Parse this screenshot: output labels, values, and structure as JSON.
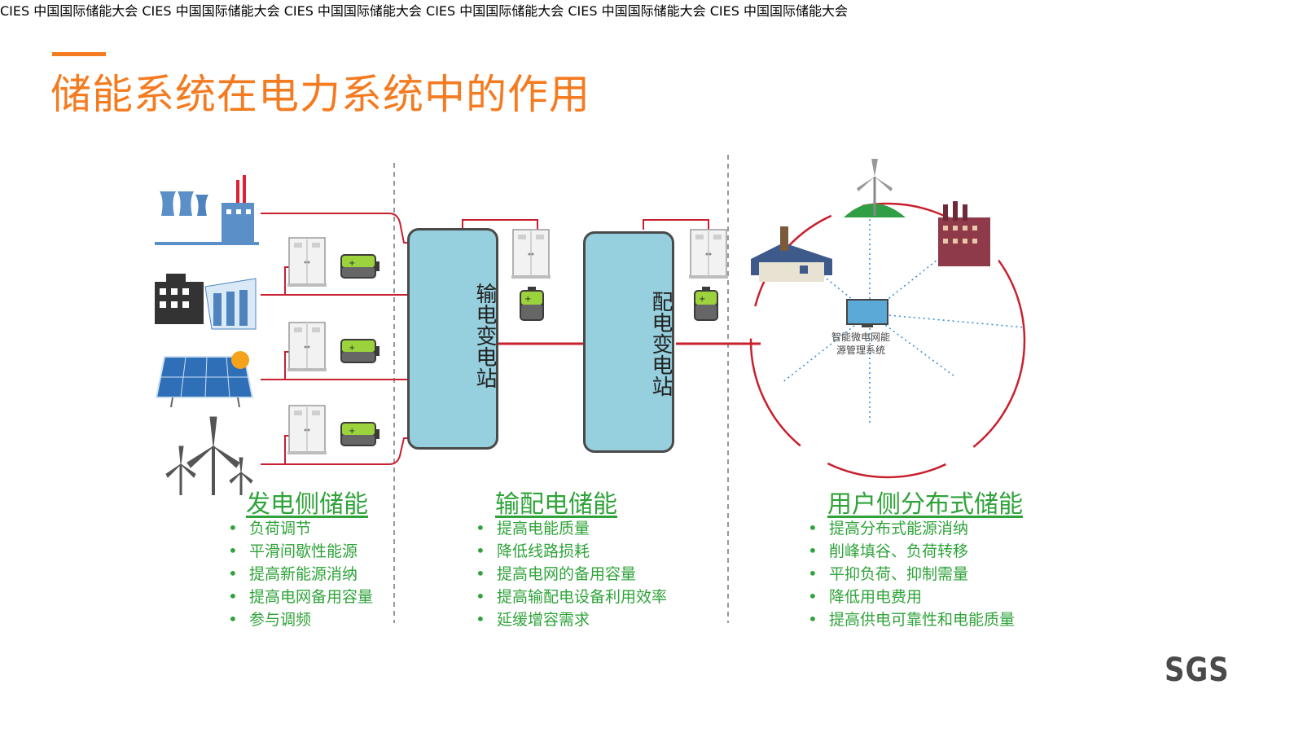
{
  "title": "储能系统在电力系统中的作用",
  "stations": {
    "transmission": "输电变电站",
    "distribution": "配电变电站"
  },
  "ems_label": "智能微电网能源管理系统",
  "sections": [
    {
      "heading": "发电侧储能",
      "items": [
        "负荷调节",
        "平滑间歇性能源",
        "提高新能源消纳",
        "提高电网备用容量",
        "参与调频"
      ]
    },
    {
      "heading": "输配电储能",
      "items": [
        "提高电能质量",
        "降低线路损耗",
        "提高电网的备用容量",
        "提高输配电设备利用效率",
        "延缓增容需求"
      ]
    },
    {
      "heading": "用户侧分布式储能",
      "items": [
        "提高分布式能源消纳",
        "削峰填谷、负荷转移",
        "平抑负荷、抑制需量",
        "降低用电费用",
        "提高供电可靠性和电能质量"
      ]
    }
  ],
  "watermark": {
    "logo": "CIES",
    "text": "中国国际储能大会"
  },
  "logo": "SGS",
  "colors": {
    "accent": "#f47b20",
    "green_text": "#2fa33a",
    "line_red": "#c8202e",
    "station_fill": "#96cfdd"
  },
  "icons": [
    "power-plant-icon",
    "hydro-plant-icon",
    "solar-panel-icon",
    "wind-turbine-icon",
    "energy-storage-cabinet-icon",
    "battery-icon",
    "factory-icon",
    "house-icon",
    "ev-carport-icon",
    "monitor-icon",
    "sun-icon"
  ]
}
